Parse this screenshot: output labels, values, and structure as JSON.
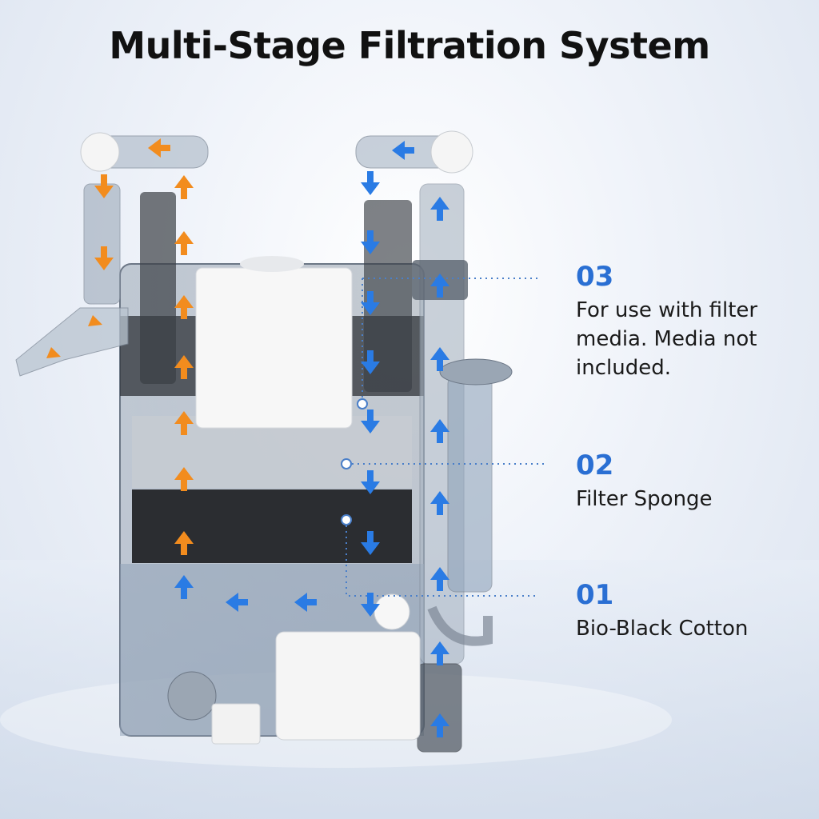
{
  "title": "Multi-Stage Filtration System",
  "stages": [
    {
      "number": "03",
      "text": "For use with filter media. Media not included."
    },
    {
      "number": "02",
      "text": "Filter Sponge"
    },
    {
      "number": "01",
      "text": "Bio-Black Cotton"
    }
  ],
  "colors": {
    "accent_blue": "#2a6fd3",
    "flow_orange": "#f28c1e",
    "flow_blue": "#2a7be4",
    "title": "#111111"
  }
}
